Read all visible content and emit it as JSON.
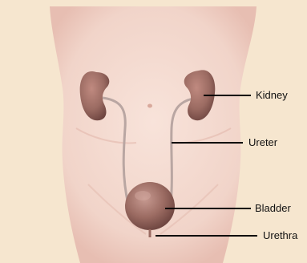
{
  "colors": {
    "background": "#f6e6cf",
    "skin": "#f3d9cf",
    "skin_shadow": "#e6bfb3",
    "organ": "#9b6b62",
    "organ_dark": "#6e4540",
    "ureter": "#b9a6a2",
    "leader_line": "#000000"
  },
  "labels": {
    "kidney": "Kidney",
    "ureter": "Ureter",
    "bladder": "Bladder",
    "urethra": "Urethra"
  }
}
